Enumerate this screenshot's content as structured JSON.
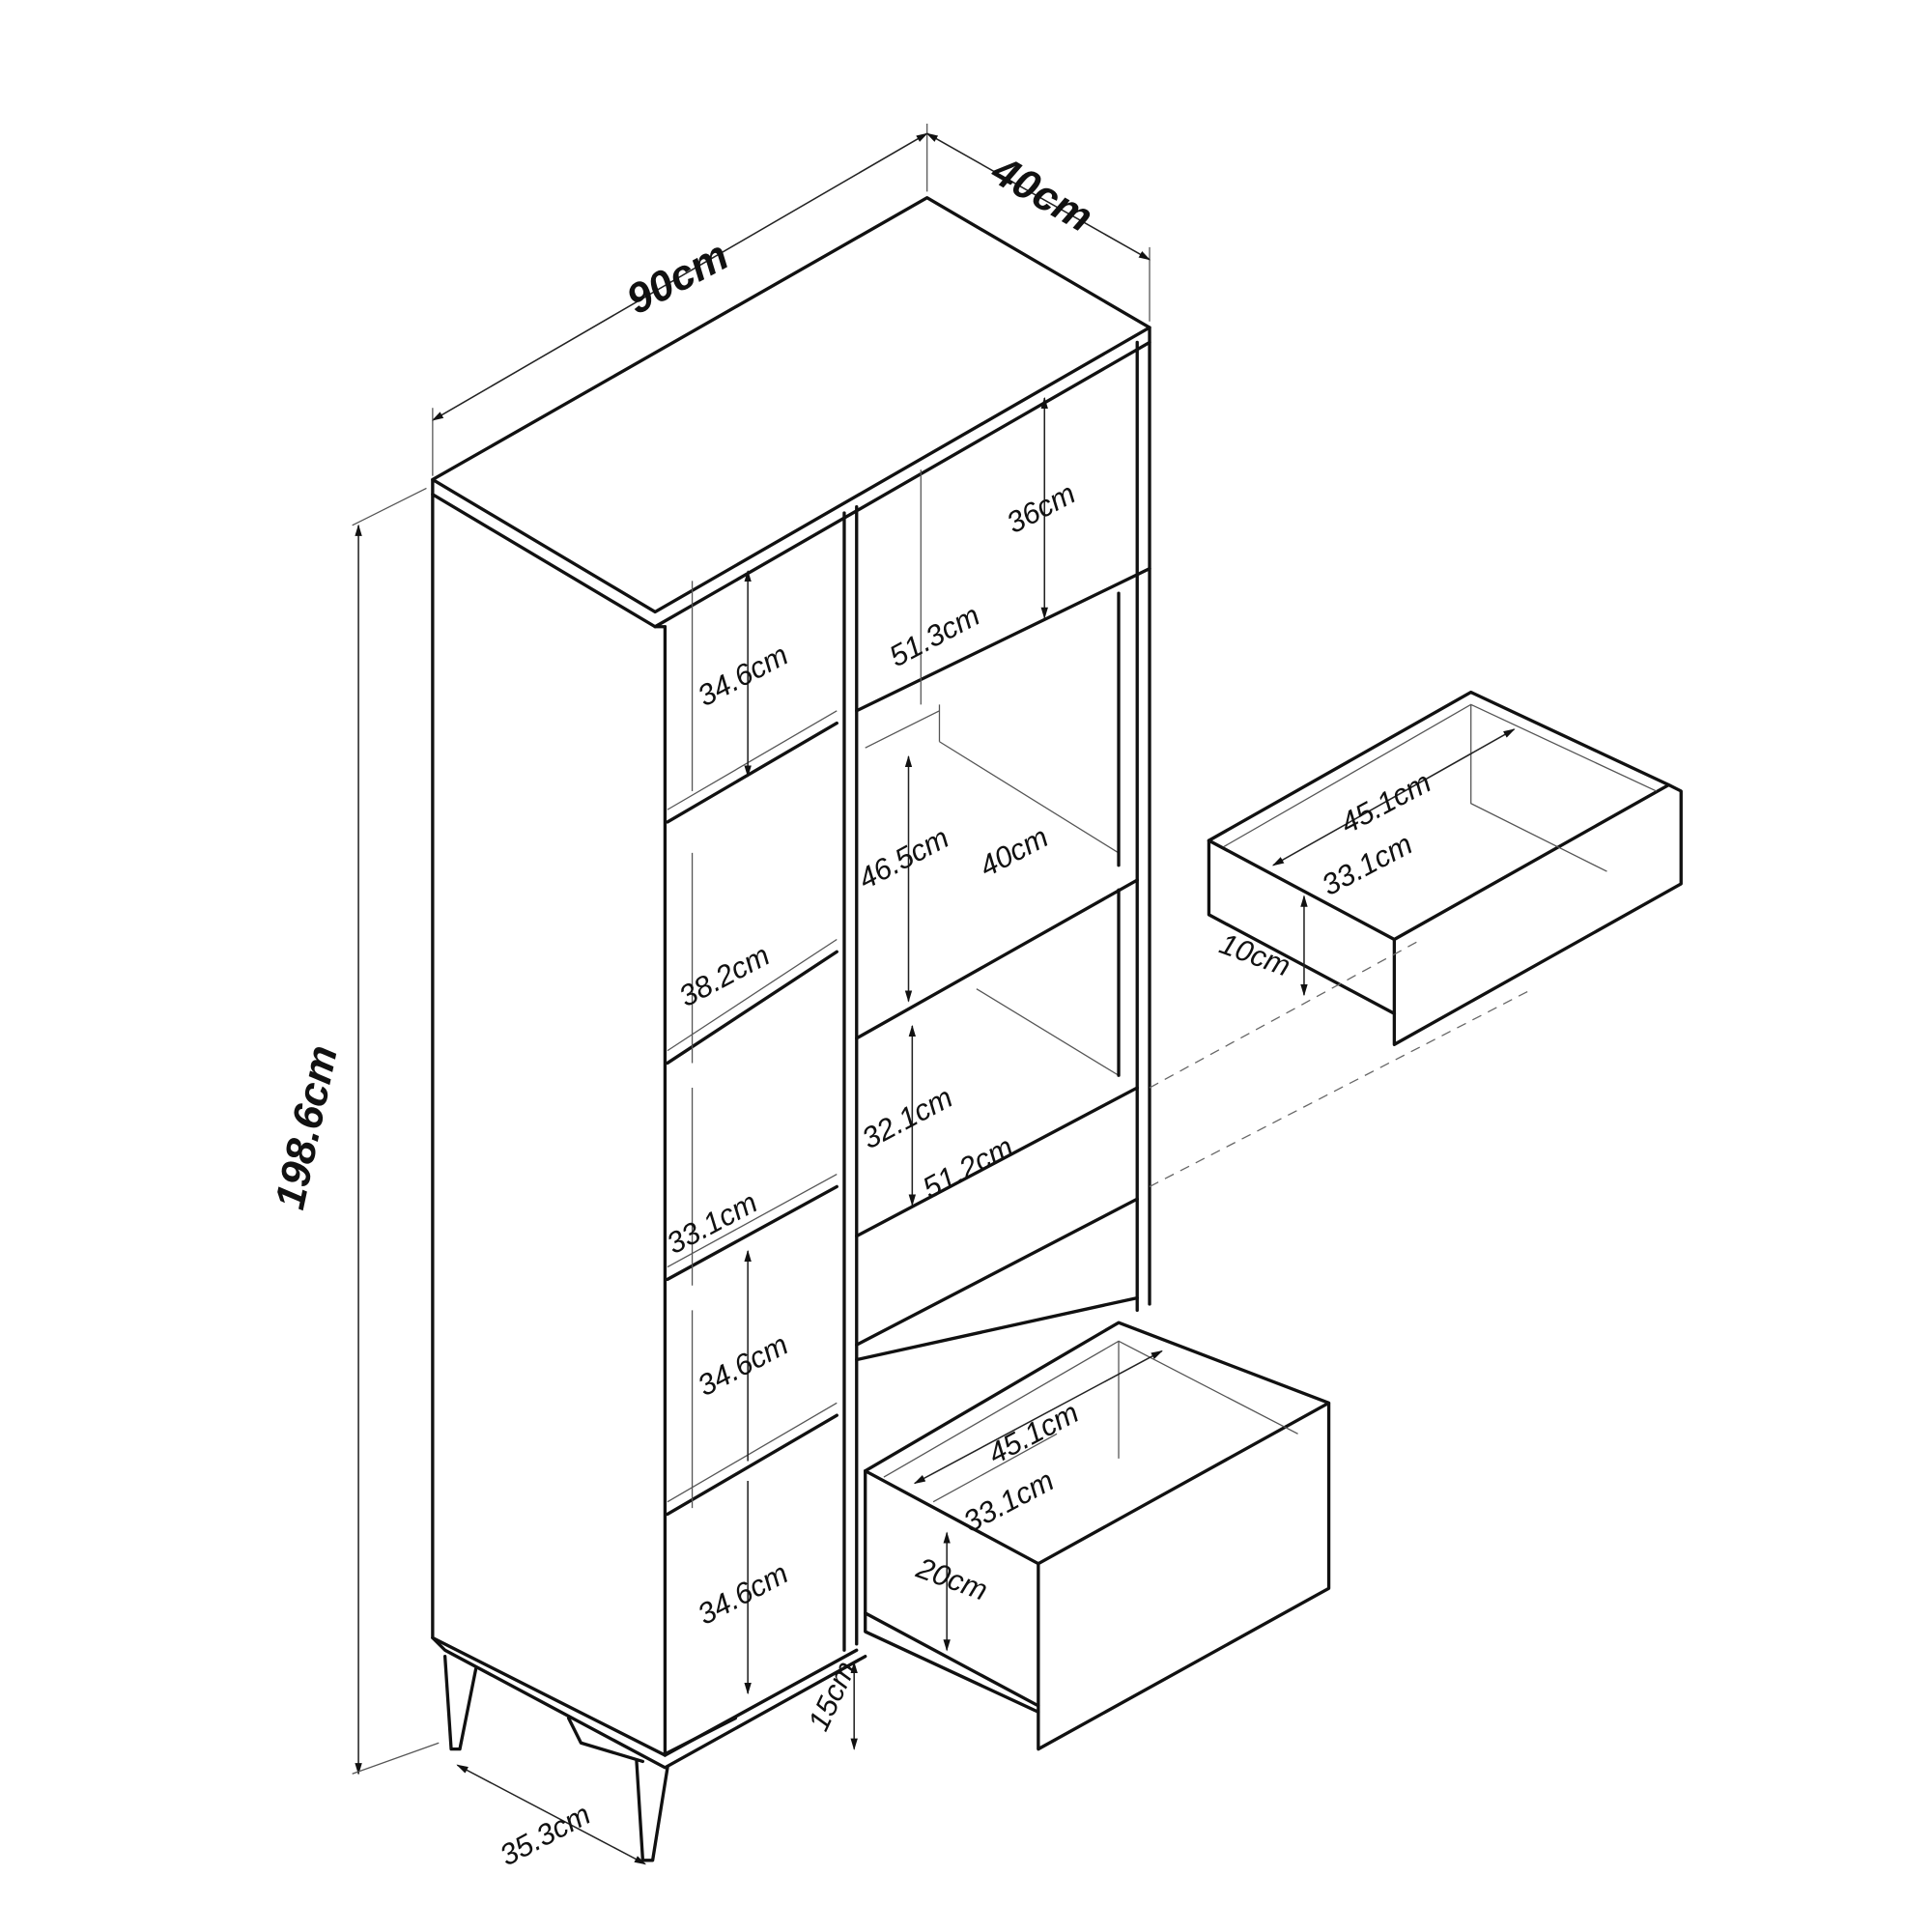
{
  "overall": {
    "width": "90cm",
    "depth": "40cm",
    "height": "198.6cm",
    "leg_span": "35.3cm",
    "leg_height": "15cm"
  },
  "left_column": {
    "compartment_1": "34.6cm",
    "shelf_depth": "38.2cm",
    "shelf_width": "33.1cm",
    "compartment_4": "34.6cm",
    "compartment_5": "34.6cm"
  },
  "right_column": {
    "top_height": "36cm",
    "top_width": "51.3cm",
    "middle_height": "46.5cm",
    "middle_depth": "40cm",
    "lower_height": "32.1cm",
    "lower_width": "51.2cm"
  },
  "small_drawer": {
    "width": "45.1cm",
    "depth": "33.1cm",
    "height": "10cm"
  },
  "large_drawer": {
    "width": "45.1cm",
    "depth": "33.1cm",
    "height": "20cm"
  }
}
